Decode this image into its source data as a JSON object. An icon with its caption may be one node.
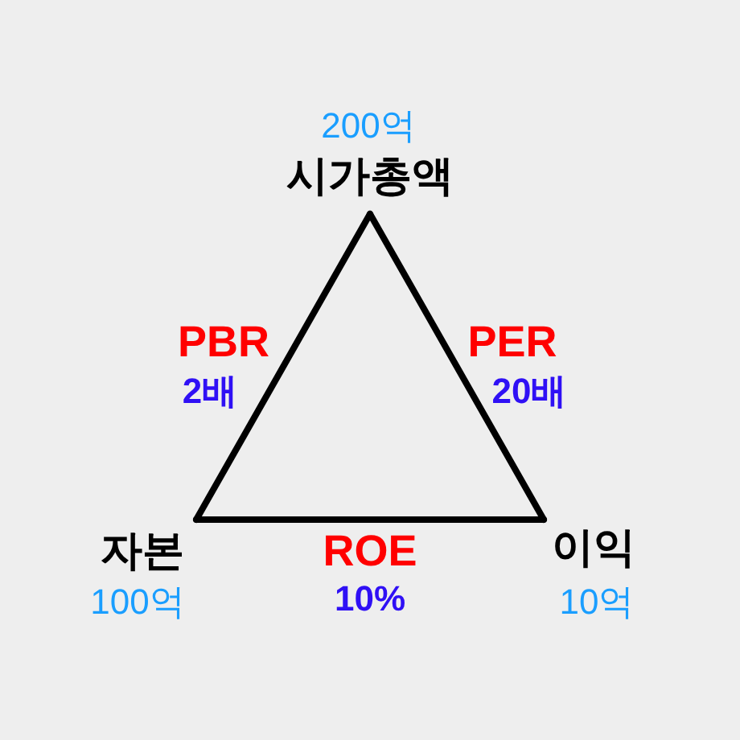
{
  "diagram": {
    "nodes": [
      {
        "text": [
          "시가총액"
        ],
        "beside": [
          "200억"
        ]
      },
      {
        "text": [
          "자본"
        ],
        "beside": [
          "100억"
        ]
      },
      {
        "text": [
          "이익"
        ],
        "beside": [
          "10억"
        ]
      }
    ],
    "edges": [
      {
        "from": 1,
        "to": 0,
        "arrow": "none",
        "label": "PBR"
      },
      {
        "from": 0,
        "to": 2,
        "arrow": "none",
        "label": "PER"
      },
      {
        "from": 1,
        "to": 2,
        "arrow": "none",
        "label": "ROE"
      }
    ],
    "labels": [
      "2배",
      "20배",
      "10%"
    ]
  }
}
